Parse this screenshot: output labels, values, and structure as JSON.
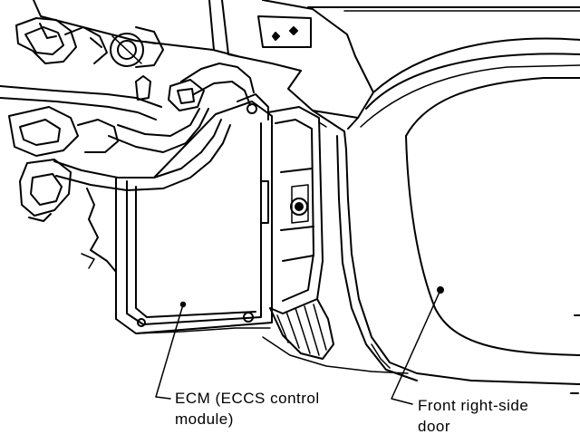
{
  "callouts": {
    "ecm": {
      "line1": "ECM (ECCS control",
      "line2": "module)"
    },
    "door": {
      "line1": "Front right-side",
      "line2": "door"
    }
  },
  "colors": {
    "ink": "#000000",
    "paper": "#ffffff"
  }
}
